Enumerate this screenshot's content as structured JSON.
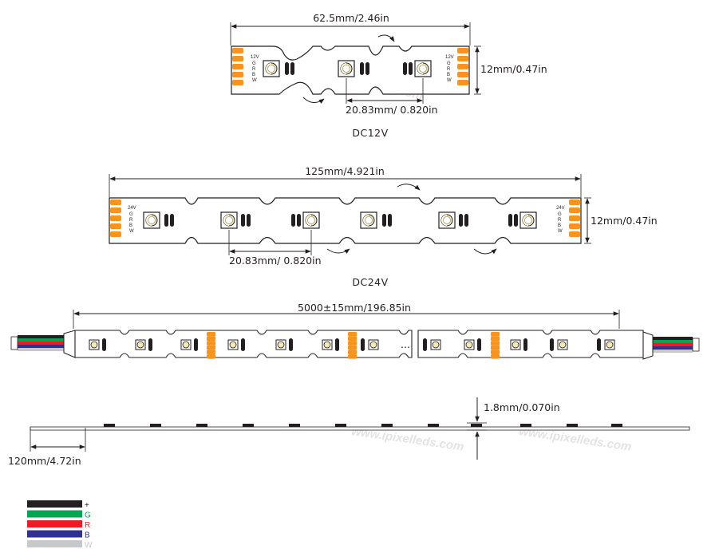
{
  "dc12": {
    "width_label": "62.5mm/2.46in",
    "height_label": "12mm/0.47in",
    "pitch_label": "20.83mm/ 0.820in",
    "caption": "DC12V",
    "pad_voltage": "12V",
    "pad_pins": [
      "G",
      "R",
      "B",
      "W"
    ]
  },
  "dc24": {
    "width_label": "125mm/4.921in",
    "height_label": "12mm/0.47in",
    "pitch_label": "20.83mm/ 0.820in",
    "caption": "DC24V",
    "pad_voltage": "24V",
    "pad_pins": [
      "G",
      "R",
      "B",
      "W"
    ]
  },
  "reel": {
    "length_label": "5000±15mm/196.85in",
    "ellipsis": "..."
  },
  "side": {
    "thickness_label": "1.8mm/0.070in",
    "lead_label": "120mm/4.72in"
  },
  "watermark": "www.ipixelleds.com",
  "wire_legend": [
    {
      "label": "+",
      "color": "#231f20"
    },
    {
      "label": "G",
      "color": "#00a651"
    },
    {
      "label": "R",
      "color": "#ed1c24"
    },
    {
      "label": "B",
      "color": "#2e3192"
    },
    {
      "label": "W",
      "color": "#c7c8ca"
    }
  ]
}
